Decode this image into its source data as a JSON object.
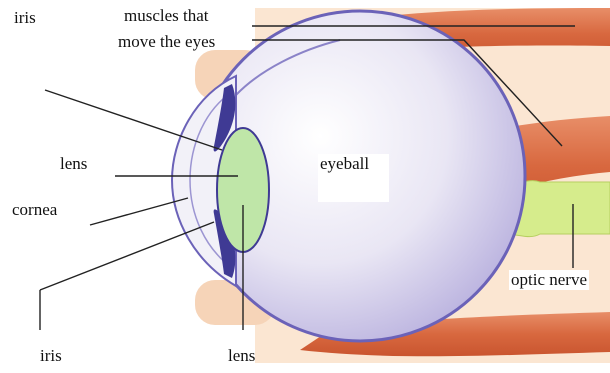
{
  "diagram": {
    "labels": {
      "iris_top": "iris",
      "muscles_line1": "muscles that",
      "muscles_line2": "move the eyes",
      "lens_left": "lens",
      "eyeball": "eyeball",
      "cornea": "cornea",
      "optic_nerve": "optic nerve",
      "iris_bottom": "iris",
      "lens_bottom": "lens"
    },
    "colors": {
      "tissue_background": "#fbe6d2",
      "muscle": "#e07a52",
      "eyeball_fill": "#e9e6f4",
      "eyeball_shadow": "#b8b0de",
      "sclera_rim": "#6b62b8",
      "lens": "#bfe6a8",
      "optic_nerve": "#d6ec8c",
      "cornea": "#f2f1f8"
    }
  }
}
